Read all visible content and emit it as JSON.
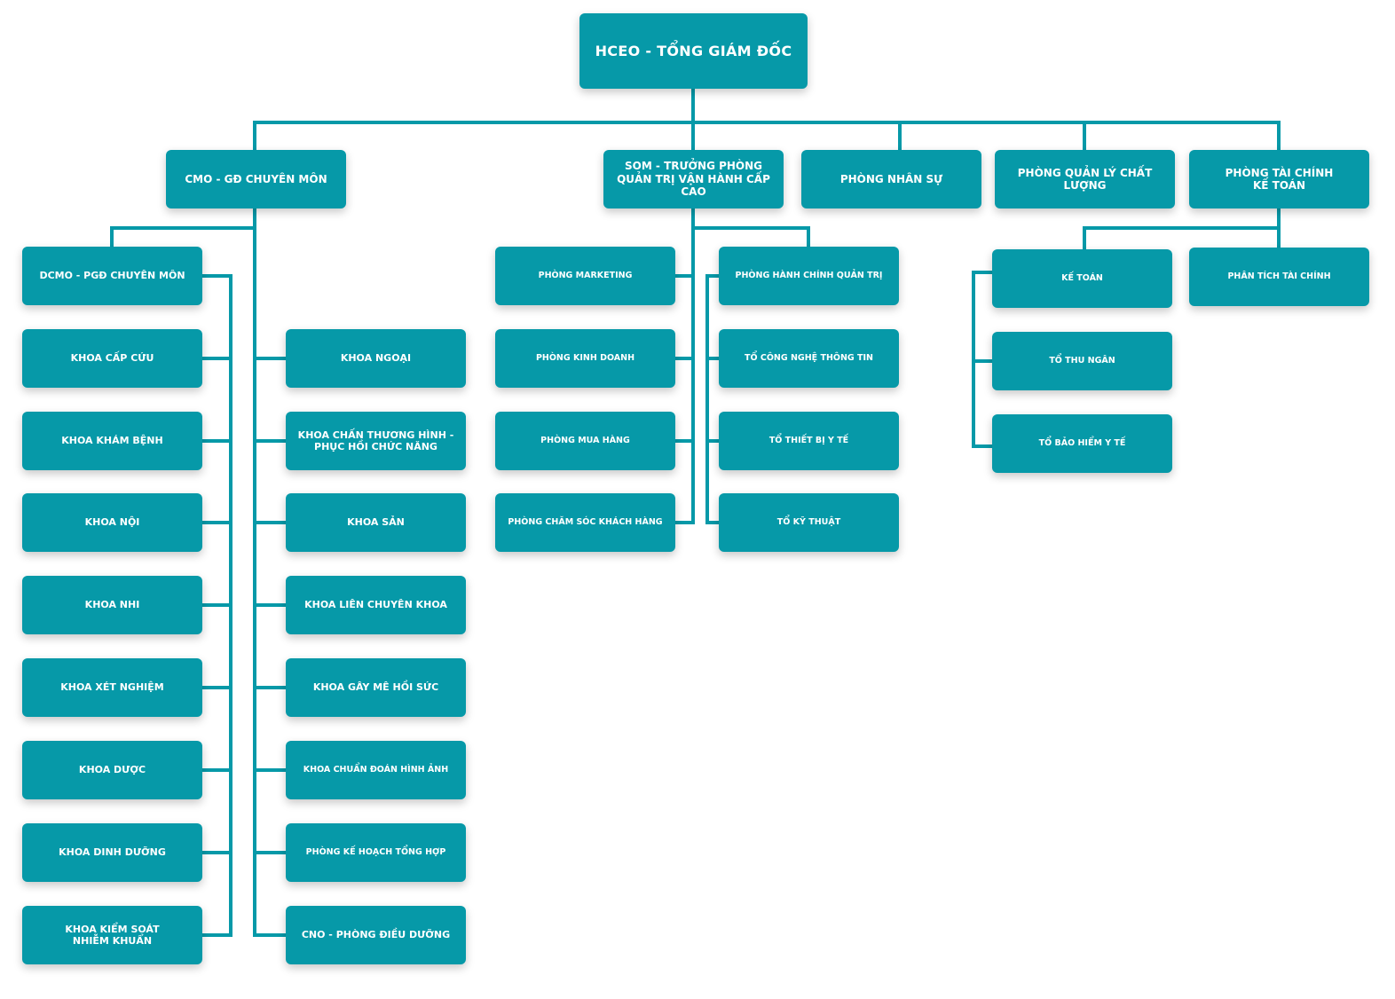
{
  "colors": {
    "node": "#0699a8",
    "line": "#0699a8",
    "text": "#ffffff",
    "background": "#ffffff"
  },
  "chart": {
    "ceo": "HCEO - TỔNG GIÁM ĐỐC",
    "cmo": "CMO - GĐ CHUYÊN MÔN",
    "som": "SOM - TRƯỞNG PHÒNG\nQUẢN TRỊ VẬN HÀNH CẤP CAO",
    "hr": "PHÒNG NHÂN SỰ",
    "qa": "PHÒNG QUẢN LÝ CHẤT LƯỢNG",
    "finance": "PHÒNG TÀI CHÍNH\nKẾ TOÁN",
    "cmo_left": [
      "DCMO - PGĐ CHUYÊN MÔN",
      "KHOA CẤP CỨU",
      "KHOA KHÁM BỆNH",
      "KHOA NỘI",
      "KHOA NHI",
      "KHOA XÉT NGHIỆM",
      "KHOA DƯỢC",
      "KHOA DINH DƯỠNG",
      "KHOA KIỂM SOÁT\nNHIỄM KHUẨN"
    ],
    "cmo_right": [
      "KHOA NGOẠI",
      "KHOA CHẤN THƯƠNG HÌNH  -\nPHỤC HỒI CHỨC NĂNG",
      "KHOA SẢN",
      "KHOA LIÊN CHUYÊN KHOA",
      "KHOA GÂY MÊ HỒI SỨC",
      "KHOA CHUẨN ĐOÁN HÌNH ẢNH",
      "PHÒNG KẾ HOẠCH TỔNG HỢP",
      "CNO - PHÒNG ĐIỀU DƯỠNG"
    ],
    "som_left": [
      "PHÒNG MARKETING",
      "PHÒNG KINH DOANH",
      "PHÒNG MUA HÀNG",
      "PHÒNG CHĂM SÓC KHÁCH HÀNG"
    ],
    "som_right": [
      "PHÒNG HÀNH CHÍNH QUẢN TRỊ",
      "TỔ CÔNG NGHỆ THÔNG TIN",
      "TỔ THIẾT BỊ Y TẾ",
      "TỔ KỸ THUẬT"
    ],
    "finance_left": [
      "KẾ TOÁN",
      "TỔ THU NGÂN",
      "TỔ BẢO HIỂM Y TẾ"
    ],
    "finance_right": [
      "PHÂN TÍCH TÀI CHÍNH"
    ]
  }
}
